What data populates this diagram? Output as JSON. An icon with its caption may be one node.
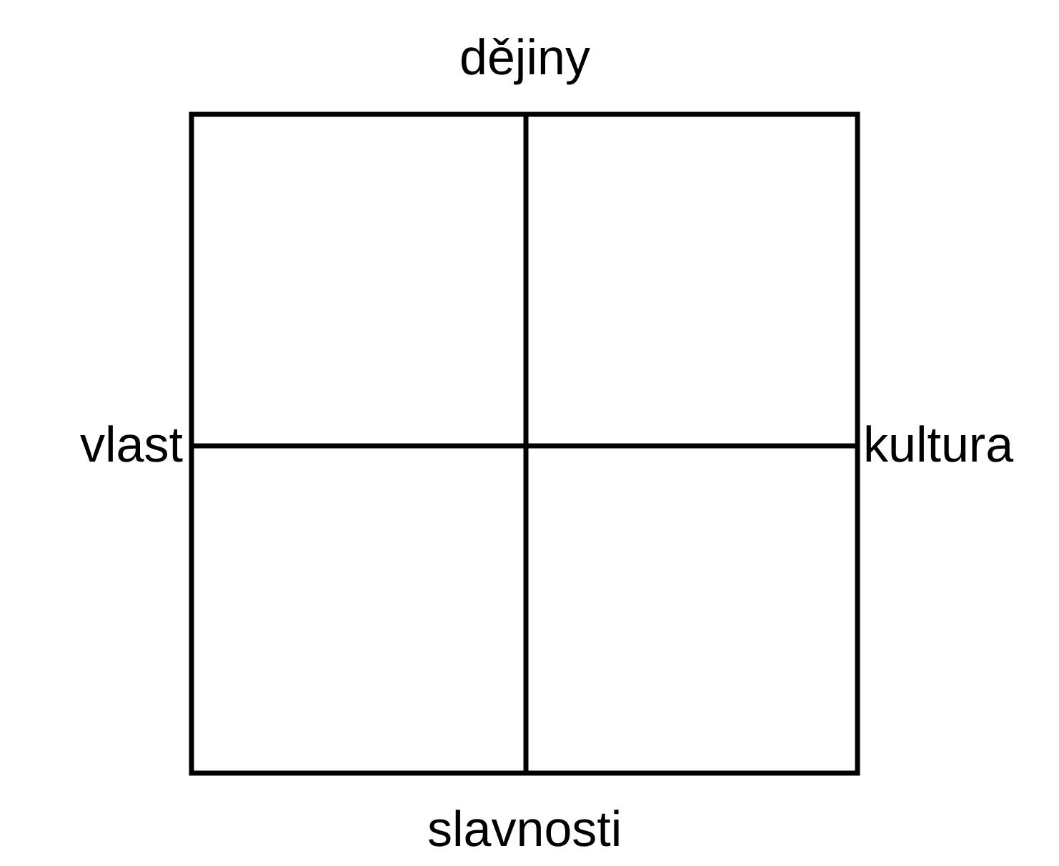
{
  "diagram": {
    "labels": [
      "dějiny",
      "vlast",
      "kultura",
      "slavnosti"
    ]
  }
}
